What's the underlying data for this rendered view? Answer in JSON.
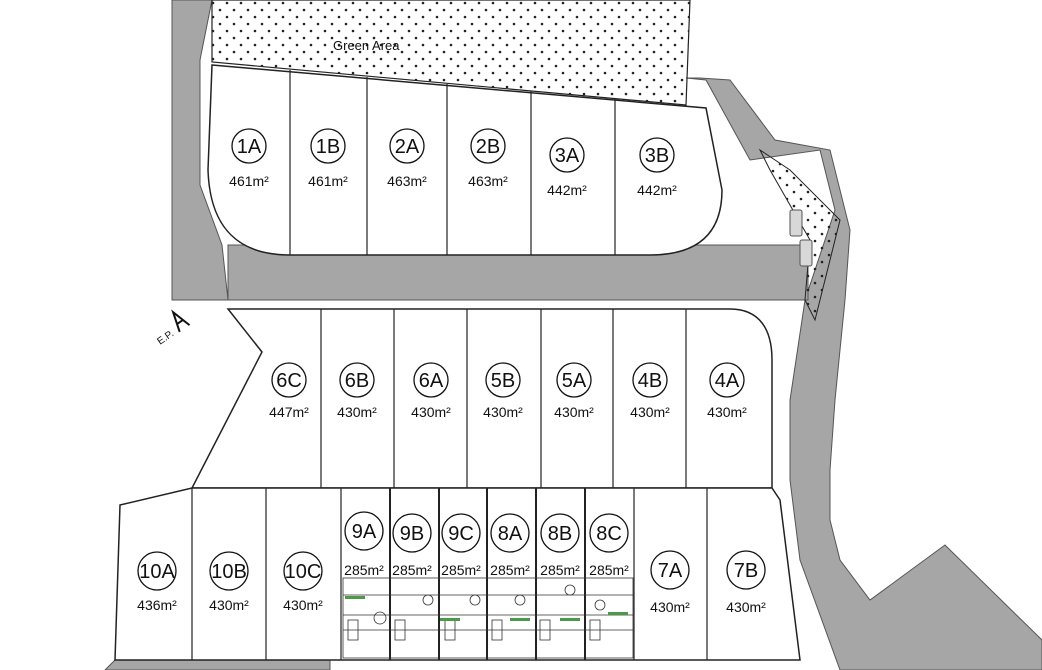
{
  "green_area_label": "Green Area",
  "north_label": "E.P.",
  "lots_top": [
    {
      "id": "1A",
      "area": "461m²"
    },
    {
      "id": "1B",
      "area": "461m²"
    },
    {
      "id": "2A",
      "area": "463m²"
    },
    {
      "id": "2B",
      "area": "463m²"
    },
    {
      "id": "3A",
      "area": "442m²"
    },
    {
      "id": "3B",
      "area": "442m²"
    }
  ],
  "lots_middle": [
    {
      "id": "6C",
      "area": "447m²"
    },
    {
      "id": "6B",
      "area": "430m²"
    },
    {
      "id": "6A",
      "area": "430m²"
    },
    {
      "id": "5B",
      "area": "430m²"
    },
    {
      "id": "5A",
      "area": "430m²"
    },
    {
      "id": "4B",
      "area": "430m²"
    },
    {
      "id": "4A",
      "area": "430m²"
    }
  ],
  "lots_bottom": [
    {
      "id": "10A",
      "area": "436m²"
    },
    {
      "id": "10B",
      "area": "430m²"
    },
    {
      "id": "10C",
      "area": "430m²"
    },
    {
      "id": "9A",
      "area": "285m²"
    },
    {
      "id": "9B",
      "area": "285m²"
    },
    {
      "id": "9C",
      "area": "285m²"
    },
    {
      "id": "8A",
      "area": "285m²"
    },
    {
      "id": "8B",
      "area": "285m²"
    },
    {
      "id": "8C",
      "area": "285m²"
    },
    {
      "id": "7A",
      "area": "430m²"
    },
    {
      "id": "7B",
      "area": "430m²"
    }
  ],
  "colors": {
    "road": "#a6a6a6",
    "road_edge": "#555555",
    "lot_line": "#222222",
    "background": "#ffffff"
  }
}
